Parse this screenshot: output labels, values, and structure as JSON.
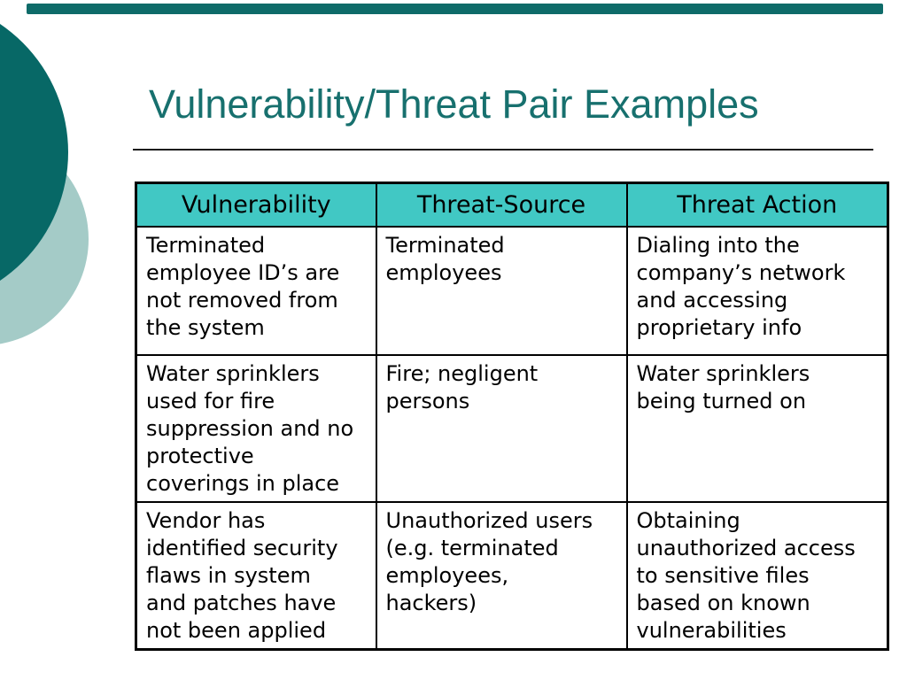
{
  "colors": {
    "top_bar": "#0e6b69",
    "dark_circle": "#076866",
    "pale_circle": "#a4cbc7",
    "title_text": "#17706e",
    "header_bg": "#41c8c4",
    "table_border": "#000000",
    "body_text": "#000000"
  },
  "slide": {
    "title": "Vulnerability/Threat Pair Examples",
    "table": {
      "headers": [
        "Vulnerability",
        "Threat-Source",
        "Threat Action"
      ],
      "rows": [
        [
          "Terminated\nemployee ID’s are\nnot removed from\nthe system",
          "Terminated\nemployees",
          "Dialing into the\ncompany’s network\nand accessing\nproprietary info"
        ],
        [
          "Water sprinklers\nused for fire\nsuppression and no\nprotective\ncoverings in place",
          "Fire; negligent\npersons",
          "Water sprinklers\nbeing turned on"
        ],
        [
          "Vendor has\nidentified security\nflaws in system\nand patches have\nnot been applied",
          "Unauthorized users\n(e.g. terminated\nemployees,\nhackers)",
          "Obtaining\nunauthorized access\nto sensitive files\nbased on known\nvulnerabilities"
        ]
      ]
    }
  }
}
